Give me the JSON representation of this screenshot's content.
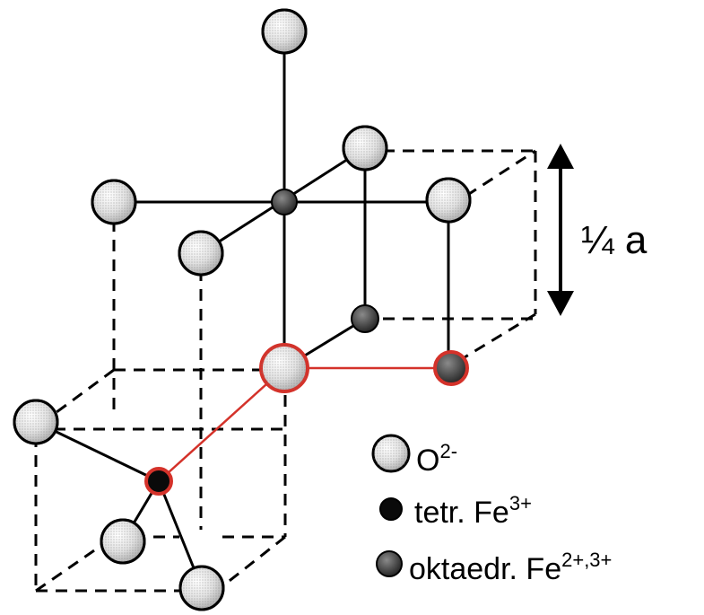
{
  "scale_label": "¼ a",
  "legend": {
    "oxygen": {
      "base": "O",
      "sup": "2-"
    },
    "tetrahedral": {
      "base": "tetr. Fe",
      "sup": "3+"
    },
    "octahedral": {
      "base": "oktaedr. Fe",
      "sup": "2+,3+"
    }
  },
  "colors": {
    "highlight": "#d4322a",
    "bond": "#000000",
    "oxygen_fill": "#e6e6e6",
    "tetrahedral_fill": "#0a0a0a",
    "octahedral_fill": "#3a3a3a"
  }
}
